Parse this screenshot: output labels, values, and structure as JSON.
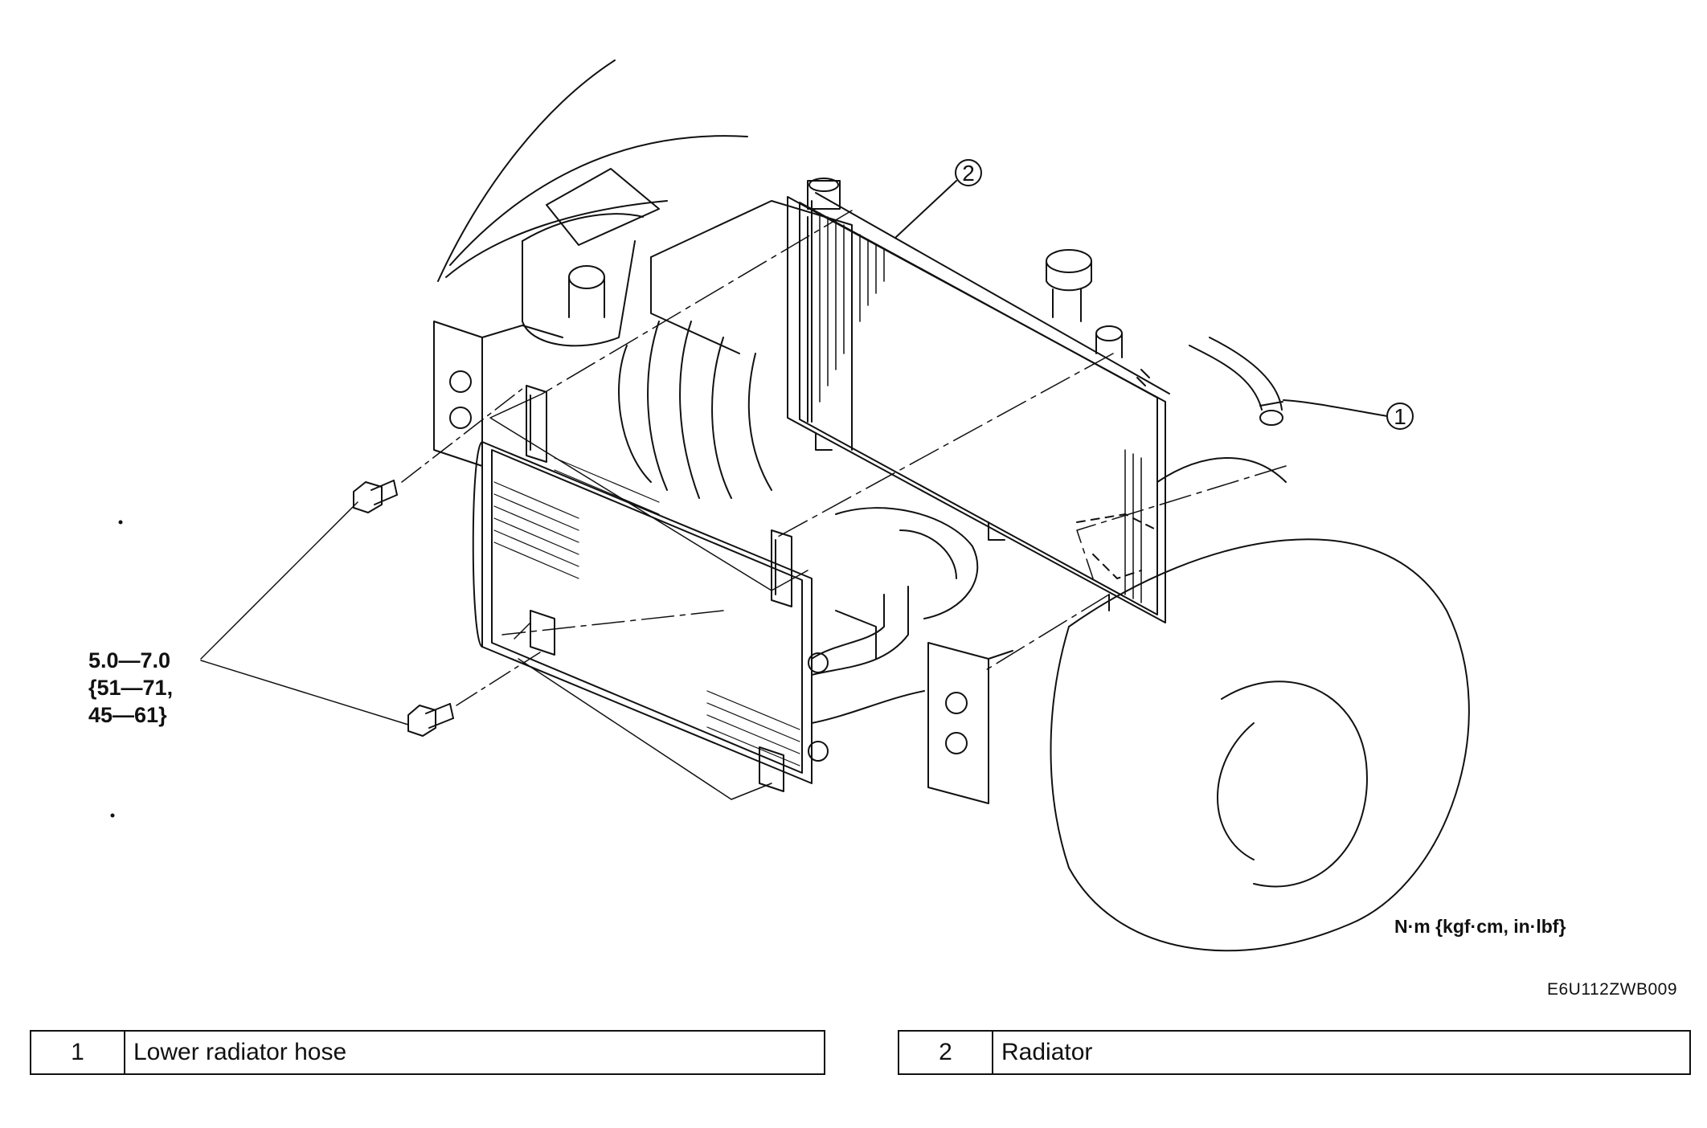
{
  "diagram": {
    "callouts": [
      {
        "number": "1",
        "part": "Lower radiator hose"
      },
      {
        "number": "2",
        "part": "Radiator"
      }
    ],
    "torque_spec": {
      "line1": "5.0—7.0",
      "line2": "{51—71,",
      "line3": "45—61}"
    },
    "units_note": "N·m {kgf·cm, in·lbf}",
    "figure_id": "E6U112ZWB009"
  },
  "colors": {
    "ink": "#111111",
    "paper": "#ffffff"
  }
}
